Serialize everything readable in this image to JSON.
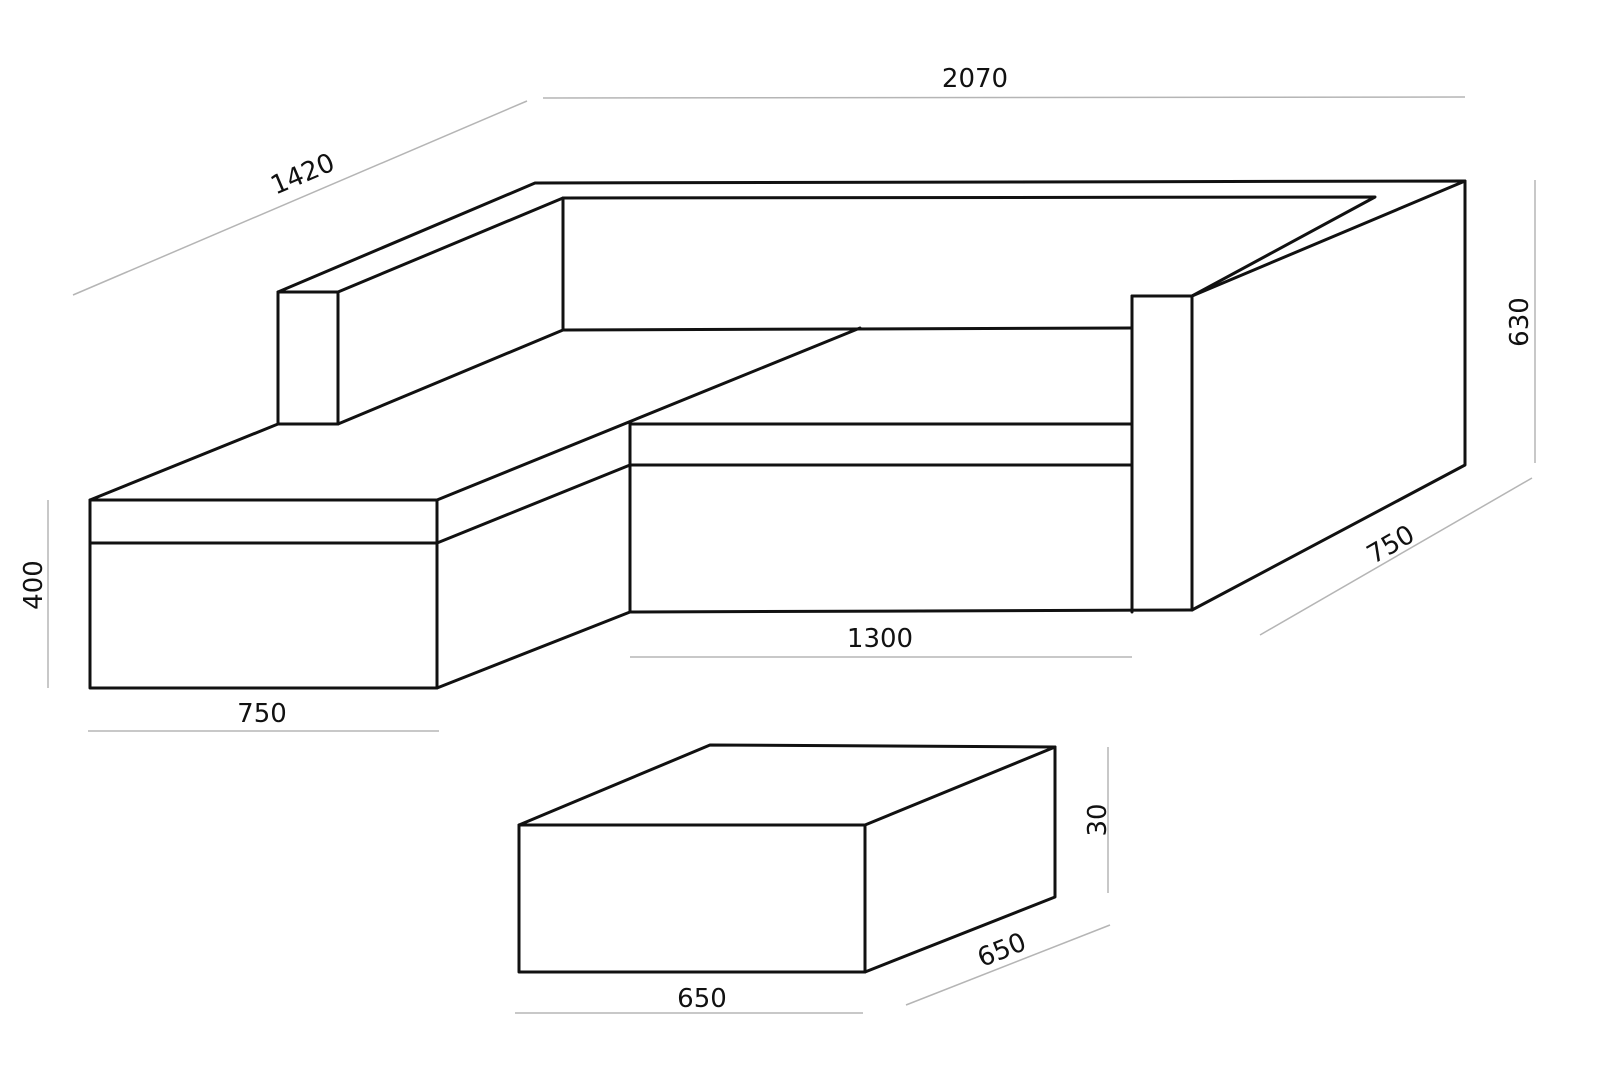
{
  "title": "Corner sofa with ottoman dimensions",
  "dimensions": {
    "sofa_total_width": "2070",
    "sofa_total_depth": "1420",
    "sofa_height": "630",
    "sofa_seat_depth": "750",
    "chaise_height": "400",
    "chaise_width": "750",
    "seat_width": "1300",
    "ottoman_height": "30",
    "ottoman_depth": "650",
    "ottoman_width": "650"
  }
}
